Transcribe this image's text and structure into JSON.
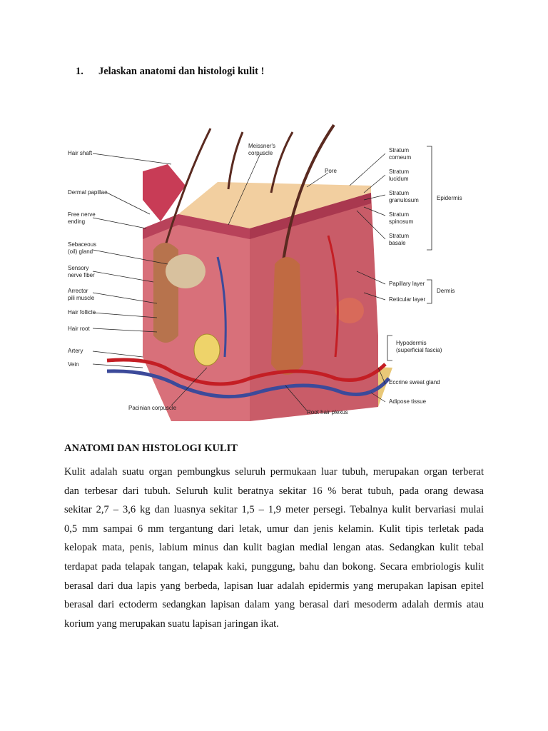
{
  "question": {
    "number": "1.",
    "text": "Jelaskan anatomi dan histologi kulit !"
  },
  "figure": {
    "labels_left": [
      "Hair shaft",
      "Dermal papillae",
      "Free nerve",
      "ending",
      "Sebaceous",
      "(oil) gland",
      "Sensory",
      "nerve fiber",
      "Arrector",
      "pili muscle",
      "Hair follicle",
      "Hair root",
      "Artery",
      "Vein"
    ],
    "labels_top": [
      "Meissner's",
      "corpuscle",
      "Pore"
    ],
    "labels_right": [
      "Stratum",
      "corneum",
      "Stratum",
      "lucidum",
      "Stratum",
      "granulosum",
      "Stratum",
      "spinosum",
      "Stratum",
      "basale",
      "Papillary layer",
      "Reticular layer",
      "Hypodermis",
      "(superficial fascia)",
      "Eccrine sweat gland",
      "Adipose tissue"
    ],
    "labels_bracket": [
      "Epidermis",
      "Dermis"
    ],
    "labels_bottom": [
      "Pacinian corpuscle",
      "Root hair plexus"
    ]
  },
  "section": {
    "title": "ANATOMI DAN HISTOLOGI KULIT",
    "lines": [
      "Kulit adalah suatu organ pembungkus seluruh permukaan luar tubuh, merupakan  organ terberat",
      "dan terbesar dari tubuh. Seluruh kulit beratnya sekitar 16 % berat tubuh,   pada orang dewasa",
      "sekitar 2,7 – 3,6 kg dan luasnya sekitar 1,5 – 1,9 meter persegi. Tebalnya kulit bervariasi mulai",
      "0,5 mm sampai 6 mm tergantung dari letak, umur dan jenis kelamin. Kulit tipis terletak pada",
      "kelopak mata, penis, labium minus dan kulit bagian medial lengan atas. Sedangkan kulit tebal",
      "terdapat pada telapak tangan, telapak kaki, punggung, bahu dan bokong. Secara embriologis kulit",
      "berasal dari dua lapis yang berbeda, lapisan luar adalah epidermis yang merupakan lapisan epitel",
      "berasal dari ectoderm sedangkan lapisan dalam yang berasal dari mesoderm adalah dermis atau",
      "korium yang merupakan suatu lapisan jaringan ikat."
    ]
  }
}
